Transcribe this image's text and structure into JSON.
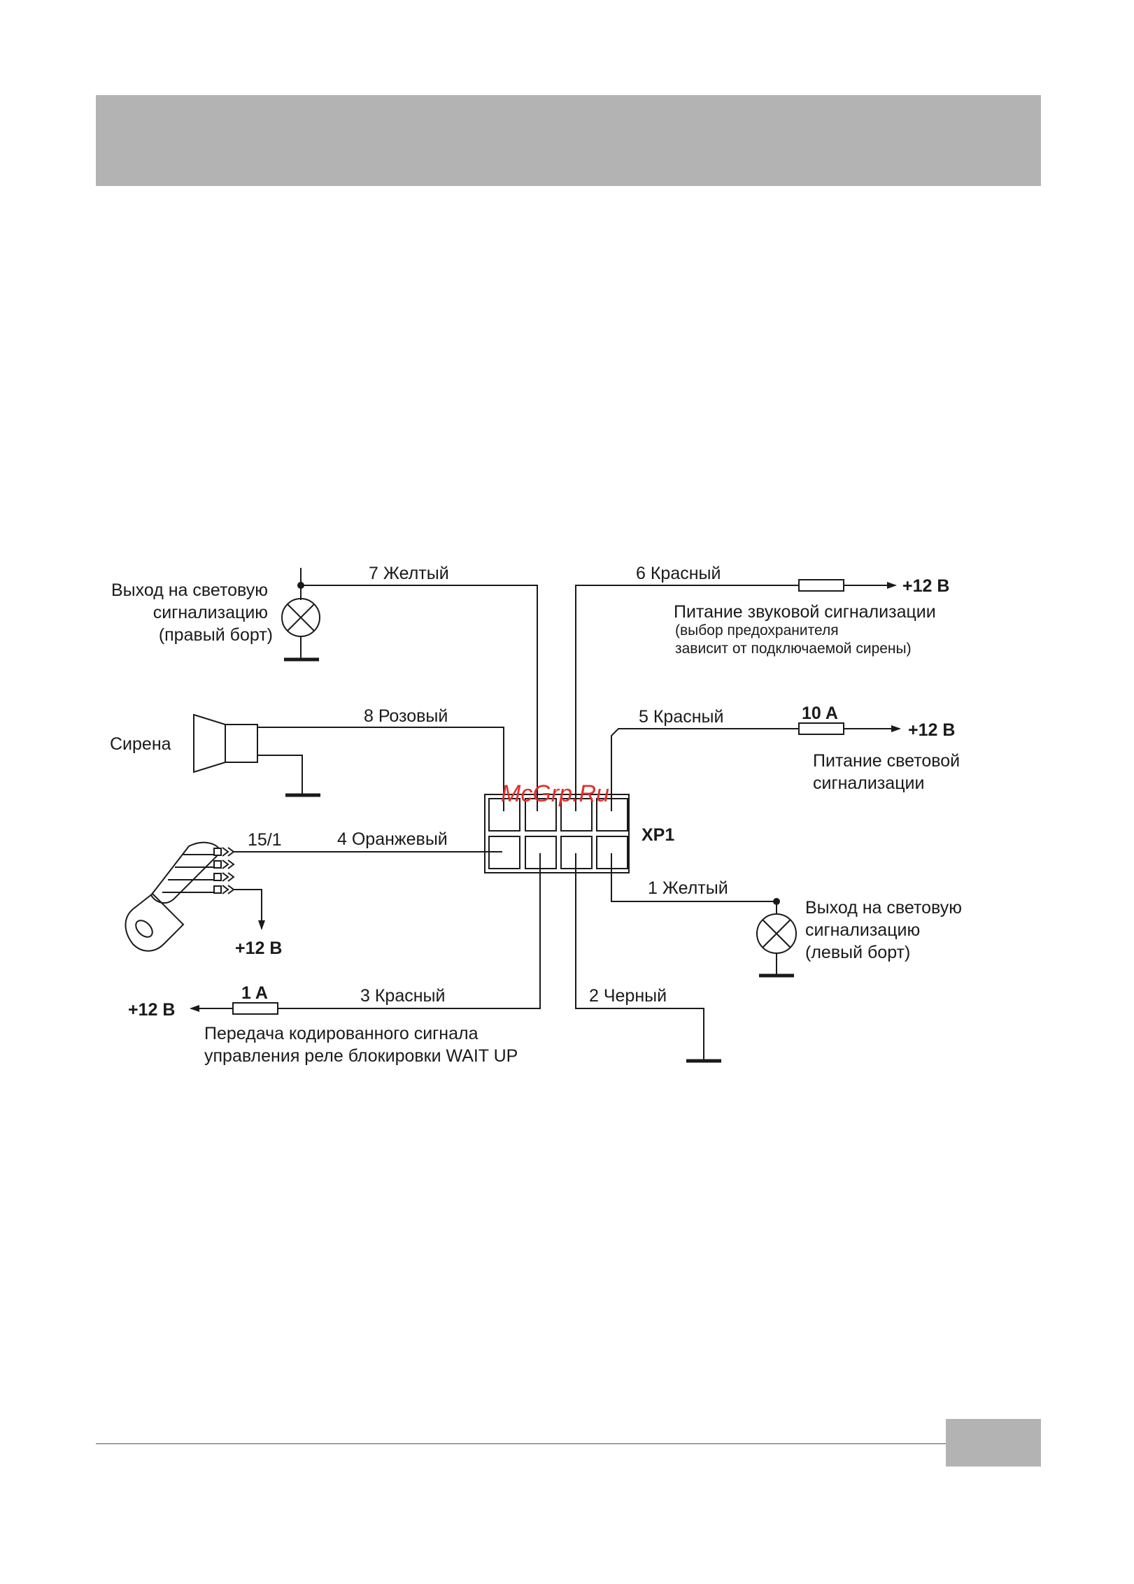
{
  "page": {
    "watermark": "McGrp.Ru",
    "colors": {
      "band": "#b3b3b3",
      "ink": "#1a1a1a",
      "watermark": "#e0302b"
    }
  },
  "connector": {
    "name": "XP1"
  },
  "wires": {
    "w7": "7 Желтый",
    "w6": "6 Красный",
    "w8": "8 Розовый",
    "w5": "5 Красный",
    "w4": "4 Оранжевый",
    "w1": "1 Желтый",
    "w3": "3 Красный",
    "w2": "2 Черный",
    "ign_terminal": "15/1"
  },
  "fuses": {
    "f5": "10 A",
    "f3": "1 A"
  },
  "power": {
    "plus_right_top": "+12 В",
    "plus_right_mid": "+12 В",
    "plus_ignition": "+12 В",
    "plus_left": "+12 В"
  },
  "labels": {
    "right_lamp": [
      "Выход на световую",
      "сигнализацию",
      "(правый борт)"
    ],
    "siren": "Сирена",
    "siren_power": "Питание звуковой сигнализации",
    "siren_fuse_note": [
      "(выбор предохранителя",
      "зависит от подключаемой сирены)"
    ],
    "light_power": [
      "Питание световой",
      "сигнализации"
    ],
    "left_lamp": [
      "Выход на световую",
      "сигнализацию",
      "(левый борт)"
    ],
    "relay": [
      "Передача кодированного сигнала",
      "управления реле блокировки WAIT UP"
    ]
  }
}
